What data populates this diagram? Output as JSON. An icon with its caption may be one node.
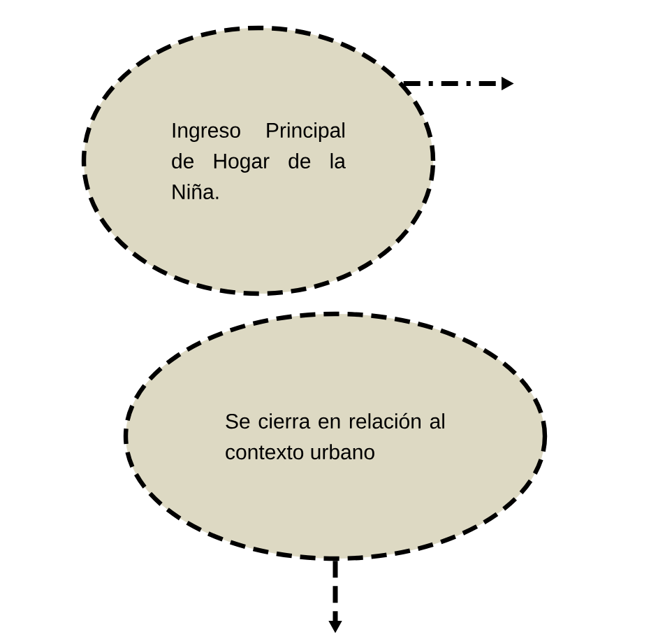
{
  "diagram": {
    "nodes": [
      {
        "text": [
          "Ingreso Principal de Hogar de la Niña."
        ]
      },
      {
        "text": [
          "Se cierra en relación al contexto urbano"
        ]
      }
    ],
    "edges": [
      {
        "from": 0,
        "to": null,
        "arrow": "to",
        "style": "dashed"
      },
      {
        "from": 1,
        "to": null,
        "arrow": "to",
        "style": "dashed"
      }
    ]
  }
}
